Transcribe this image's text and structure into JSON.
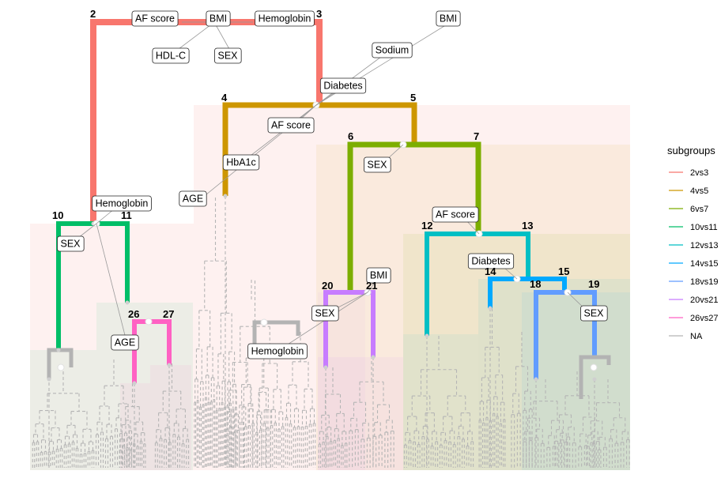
{
  "legend": {
    "title": "subgroups",
    "items": [
      {
        "label": "2vs3",
        "color": "#F8766D"
      },
      {
        "label": "4vs5",
        "color": "#CD9600"
      },
      {
        "label": "6vs7",
        "color": "#7CAE00"
      },
      {
        "label": "10vs11",
        "color": "#00BE67"
      },
      {
        "label": "12vs13",
        "color": "#00BFC4"
      },
      {
        "label": "14vs15",
        "color": "#00A9FF"
      },
      {
        "label": "18vs19",
        "color": "#619CFF"
      },
      {
        "label": "20vs21",
        "color": "#C77CFF"
      },
      {
        "label": "26vs27",
        "color": "#FF61C3"
      },
      {
        "label": "NA",
        "color": "#B3B3B3"
      }
    ]
  },
  "node_ids": [
    "2",
    "3",
    "4",
    "5",
    "6",
    "7",
    "10",
    "11",
    "12",
    "13",
    "14",
    "15",
    "18",
    "19",
    "20",
    "21",
    "26",
    "27"
  ],
  "split_labels": {
    "n1": [
      "AF score",
      "BMI",
      "Hemoglobin",
      "HDL-C",
      "SEX"
    ],
    "n2": [
      "BMI",
      "Sodium",
      "Diabetes",
      "AF score",
      "HbA1c",
      "AGE"
    ],
    "n3": [
      "SEX"
    ],
    "n4": [
      "Hemoglobin",
      "SEX",
      "AGE"
    ],
    "n5": [
      "AF score",
      "Diabetes",
      "SEX"
    ],
    "n7": [
      "BMI",
      "SEX",
      "Hemoglobin"
    ]
  }
}
